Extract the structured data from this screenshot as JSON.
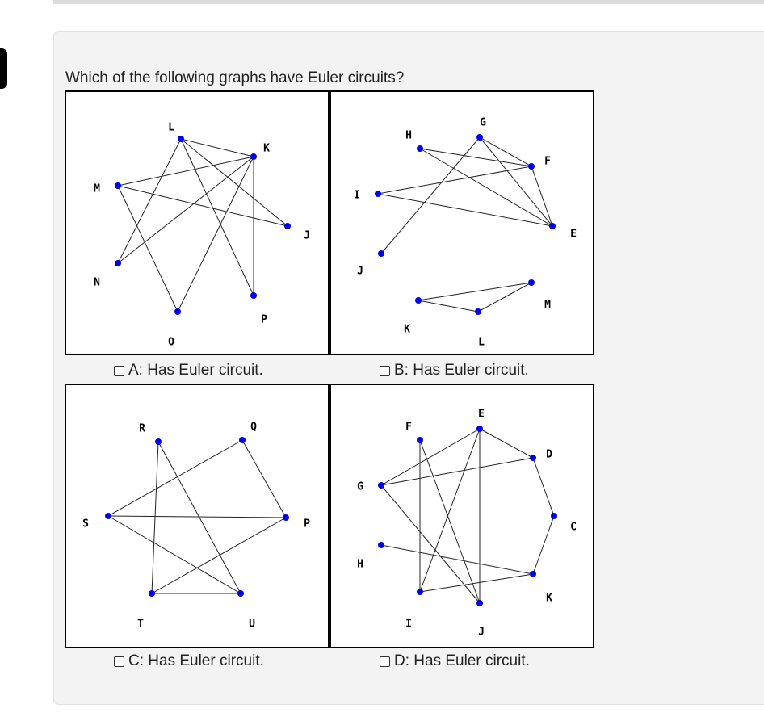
{
  "question": "Which of the following graphs have Euler circuits?",
  "options": [
    {
      "label": "A: Has Euler circuit."
    },
    {
      "label": "B: Has Euler circuit."
    },
    {
      "label": "C: Has Euler circuit."
    },
    {
      "label": "D: Has Euler circuit."
    }
  ],
  "colors": {
    "node": "#0000ee",
    "edge": "#222222",
    "panel_border": "#000000"
  },
  "graphs": [
    {
      "id": "A",
      "nodes": [
        "L",
        "K",
        "M",
        "J",
        "N",
        "P",
        "O"
      ],
      "edges": [
        [
          "L",
          "K"
        ],
        [
          "L",
          "J"
        ],
        [
          "L",
          "N"
        ],
        [
          "L",
          "P"
        ],
        [
          "M",
          "K"
        ],
        [
          "M",
          "J"
        ],
        [
          "M",
          "O"
        ],
        [
          "K",
          "N"
        ],
        [
          "K",
          "O"
        ],
        [
          "K",
          "P"
        ]
      ]
    },
    {
      "id": "B",
      "nodes": [
        "H",
        "G",
        "F",
        "I",
        "E",
        "J",
        "M",
        "K",
        "L"
      ],
      "edges": [
        [
          "H",
          "F"
        ],
        [
          "H",
          "E"
        ],
        [
          "G",
          "F"
        ],
        [
          "G",
          "E"
        ],
        [
          "G",
          "J"
        ],
        [
          "F",
          "I"
        ],
        [
          "F",
          "E"
        ],
        [
          "I",
          "E"
        ],
        [
          "K",
          "M"
        ],
        [
          "K",
          "L"
        ],
        [
          "L",
          "M"
        ]
      ]
    },
    {
      "id": "C",
      "nodes": [
        "R",
        "Q",
        "S",
        "P",
        "T",
        "U"
      ],
      "edges": [
        [
          "R",
          "T"
        ],
        [
          "R",
          "U"
        ],
        [
          "Q",
          "S"
        ],
        [
          "Q",
          "P"
        ],
        [
          "S",
          "P"
        ],
        [
          "S",
          "U"
        ],
        [
          "P",
          "T"
        ],
        [
          "T",
          "U"
        ]
      ]
    },
    {
      "id": "D",
      "nodes": [
        "F",
        "E",
        "D",
        "G",
        "C",
        "H",
        "K",
        "I",
        "J"
      ],
      "edges": [
        [
          "F",
          "I"
        ],
        [
          "E",
          "D"
        ],
        [
          "E",
          "G"
        ],
        [
          "E",
          "J"
        ],
        [
          "E",
          "I"
        ],
        [
          "G",
          "D"
        ],
        [
          "G",
          "J"
        ],
        [
          "H",
          "K"
        ],
        [
          "I",
          "K"
        ],
        [
          "D",
          "C"
        ],
        [
          "C",
          "K"
        ],
        [
          "F",
          "J"
        ]
      ]
    }
  ]
}
